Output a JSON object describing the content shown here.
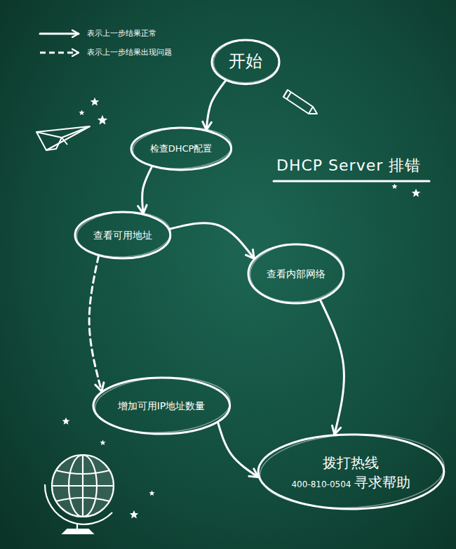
{
  "diagram": {
    "title": "DHCP Server 排错",
    "nodes": [
      {
        "text": [
          "开始"
        ]
      },
      {
        "text": [
          "检查DHCP配置"
        ]
      },
      {
        "text": [
          "查看可用地址"
        ]
      },
      {
        "text": [
          "查看内部网络"
        ]
      },
      {
        "text": [
          "增加可用IP地址数量"
        ]
      },
      {
        "text": [
          "拨打热线",
          "400-810-0504",
          "寻求帮助"
        ]
      }
    ],
    "edges": [
      {
        "from": 0,
        "to": 1,
        "arrow": "to"
      },
      {
        "from": 1,
        "to": 2,
        "arrow": "to"
      },
      {
        "from": 2,
        "to": 3,
        "arrow": "to"
      },
      {
        "from": 2,
        "to": 4,
        "arrow": "to"
      },
      {
        "from": 3,
        "to": 5,
        "arrow": "to"
      },
      {
        "from": 4,
        "to": 5,
        "arrow": "to"
      }
    ],
    "legend": [
      {
        "text": "表示上一步结果正常"
      },
      {
        "text": "表示上一步结果出现问题"
      }
    ]
  }
}
